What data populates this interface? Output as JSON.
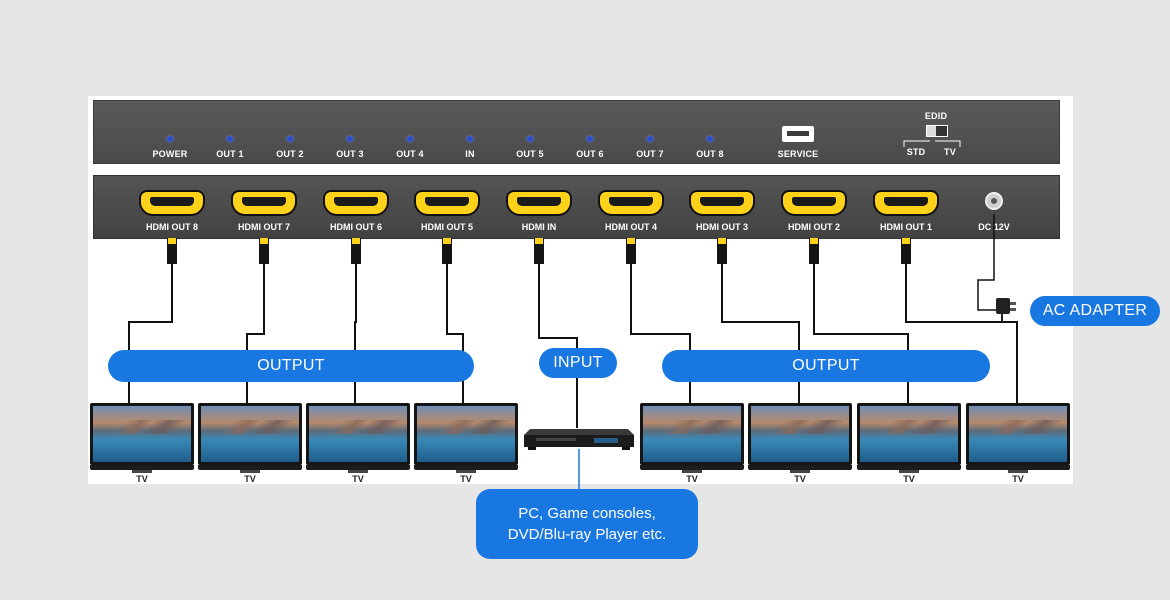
{
  "front_panel": {
    "leds": [
      "POWER",
      "OUT 1",
      "OUT 2",
      "OUT 3",
      "OUT 4",
      "IN",
      "OUT 5",
      "OUT 6",
      "OUT 7",
      "OUT 8"
    ],
    "service_label": "SERVICE",
    "edid_label": "EDID",
    "edid_options": [
      "STD",
      "TV"
    ]
  },
  "rear_panel": {
    "ports": [
      "HDMI OUT 8",
      "HDMI OUT 7",
      "HDMI OUT 6",
      "HDMI OUT 5",
      "HDMI IN",
      "HDMI OUT 4",
      "HDMI OUT 3",
      "HDMI OUT 2",
      "HDMI OUT 1"
    ],
    "power_label": "DC 12V"
  },
  "labels": {
    "output_left": "OUTPUT",
    "output_right": "OUTPUT",
    "input": "INPUT",
    "ac_adapter": "AC ADAPTER",
    "source_line1": "PC, Game consoles,",
    "source_line2": "DVD/Blu-ray Player etc."
  },
  "tvs": [
    "TV",
    "TV",
    "TV",
    "TV",
    "TV",
    "TV",
    "TV",
    "TV"
  ],
  "colors": {
    "accent": "#1877e0",
    "hdmi_port": "#ffd21a",
    "led": "#2f4fd0",
    "panel": "#4f4f4f"
  }
}
